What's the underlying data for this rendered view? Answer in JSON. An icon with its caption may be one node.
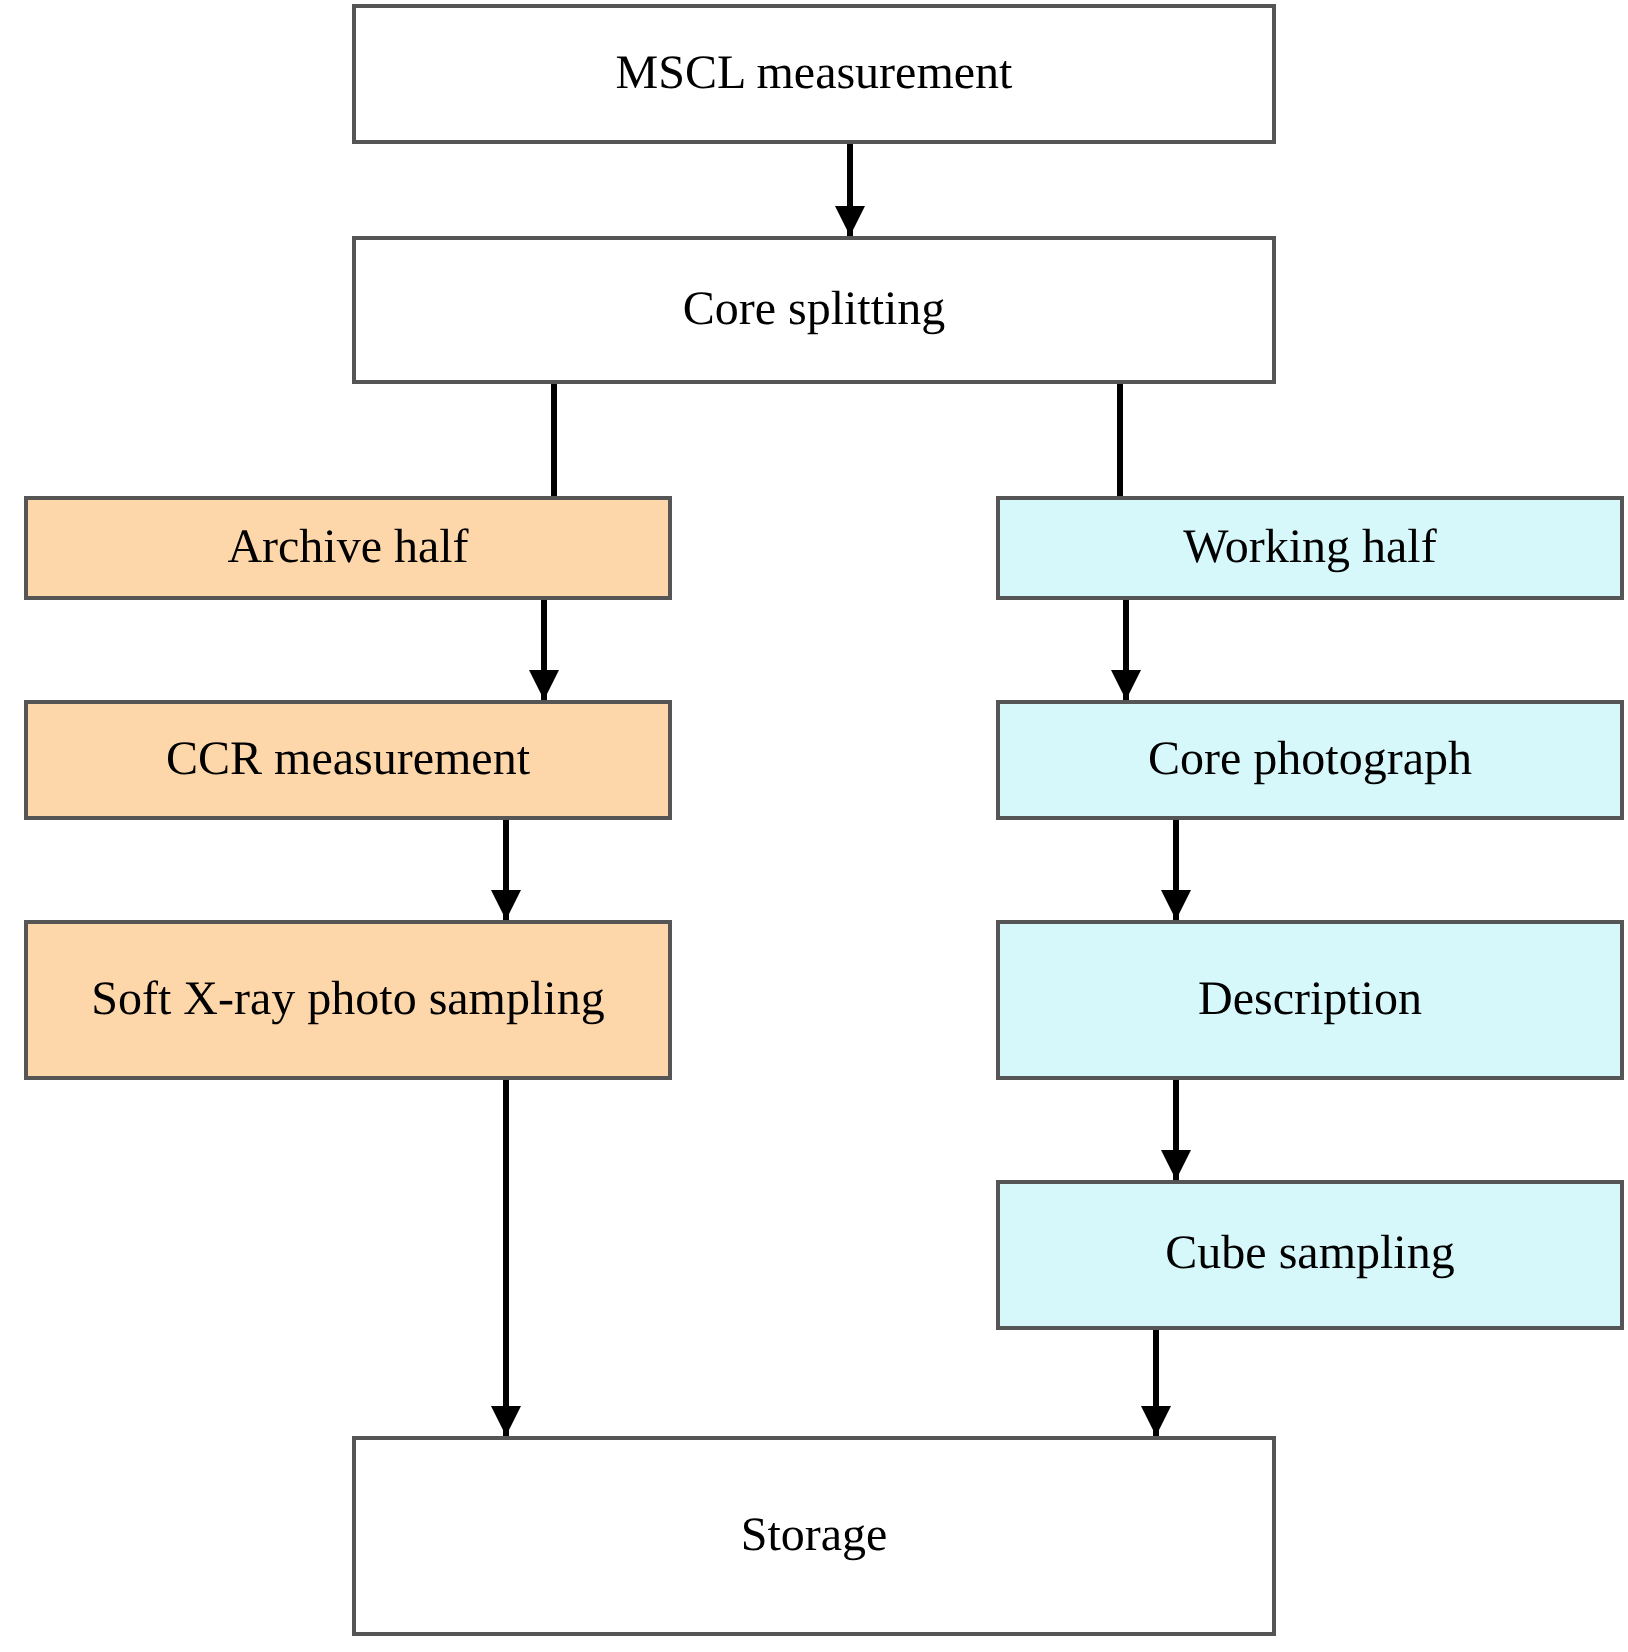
{
  "diagram": {
    "nodes": [
      {
        "text": [
          "MSCL measurement"
        ]
      },
      {
        "text": [
          "Core splitting"
        ]
      },
      {
        "text": [
          "Archive half"
        ]
      },
      {
        "text": [
          "Working half"
        ]
      },
      {
        "text": [
          "CCR measurement"
        ]
      },
      {
        "text": [
          "Core photograph"
        ]
      },
      {
        "text": [
          "Soft X-ray photo sampling"
        ]
      },
      {
        "text": [
          "Description"
        ]
      },
      {
        "text": [
          "Cube sampling"
        ]
      },
      {
        "text": [
          "Storage"
        ]
      }
    ],
    "edges": [
      {
        "from": 0,
        "to": 1,
        "arrow": "to"
      },
      {
        "from": 1,
        "to": 2,
        "arrow": "none"
      },
      {
        "from": 1,
        "to": 3,
        "arrow": "none"
      },
      {
        "from": 2,
        "to": 4,
        "arrow": "to"
      },
      {
        "from": 4,
        "to": 6,
        "arrow": "to"
      },
      {
        "from": 6,
        "to": 9,
        "arrow": "to"
      },
      {
        "from": 3,
        "to": 5,
        "arrow": "to"
      },
      {
        "from": 5,
        "to": 7,
        "arrow": "to"
      },
      {
        "from": 7,
        "to": 8,
        "arrow": "to"
      },
      {
        "from": 8,
        "to": 9,
        "arrow": "to"
      }
    ]
  }
}
